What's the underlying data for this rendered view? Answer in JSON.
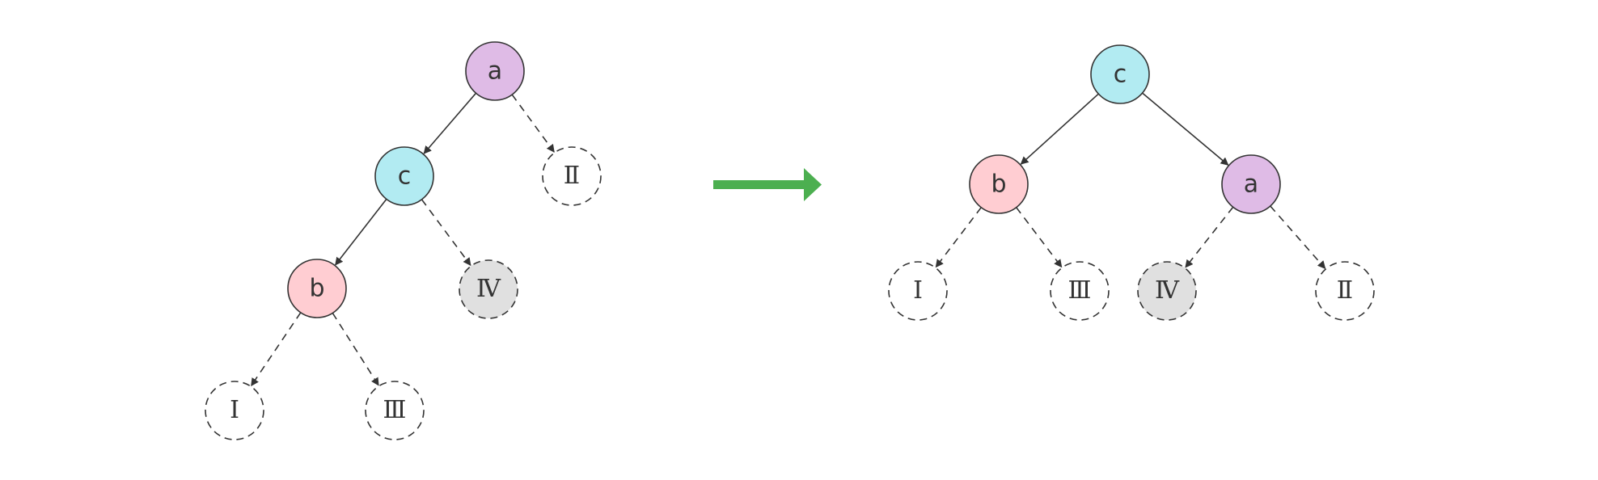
{
  "colors": {
    "stroke": "#333333",
    "arrow_green": "#4caf50",
    "node_a": "#dfbbe6",
    "node_c": "#b2ebf2",
    "node_b": "#ffcdd2",
    "node_IV": "#e0e0e0",
    "node_empty": "#ffffff"
  },
  "trees": {
    "before": {
      "nodes": {
        "a": {
          "label": "a",
          "fill": "node_a",
          "dashed": false
        },
        "c": {
          "label": "c",
          "fill": "node_c",
          "dashed": false
        },
        "b": {
          "label": "b",
          "fill": "node_b",
          "dashed": false
        },
        "II": {
          "label": "Ⅱ",
          "fill": "node_empty",
          "dashed": true
        },
        "IV": {
          "label": "Ⅳ",
          "fill": "node_IV",
          "dashed": true
        },
        "I": {
          "label": "Ⅰ",
          "fill": "node_empty",
          "dashed": true
        },
        "III": {
          "label": "Ⅲ",
          "fill": "node_empty",
          "dashed": true
        }
      },
      "edges": [
        {
          "from": "a",
          "to": "c",
          "dashed": false
        },
        {
          "from": "a",
          "to": "II",
          "dashed": true
        },
        {
          "from": "c",
          "to": "b",
          "dashed": false
        },
        {
          "from": "c",
          "to": "IV",
          "dashed": true
        },
        {
          "from": "b",
          "to": "I",
          "dashed": true
        },
        {
          "from": "b",
          "to": "III",
          "dashed": true
        }
      ]
    },
    "after": {
      "nodes": {
        "c": {
          "label": "c",
          "fill": "node_c",
          "dashed": false
        },
        "b": {
          "label": "b",
          "fill": "node_b",
          "dashed": false
        },
        "a": {
          "label": "a",
          "fill": "node_a",
          "dashed": false
        },
        "I": {
          "label": "Ⅰ",
          "fill": "node_empty",
          "dashed": true
        },
        "III": {
          "label": "Ⅲ",
          "fill": "node_empty",
          "dashed": true
        },
        "IV": {
          "label": "Ⅳ",
          "fill": "node_IV",
          "dashed": true
        },
        "II": {
          "label": "Ⅱ",
          "fill": "node_empty",
          "dashed": true
        }
      },
      "edges": [
        {
          "from": "c",
          "to": "b",
          "dashed": false
        },
        {
          "from": "c",
          "to": "a",
          "dashed": false
        },
        {
          "from": "b",
          "to": "I",
          "dashed": true
        },
        {
          "from": "b",
          "to": "III",
          "dashed": true
        },
        {
          "from": "a",
          "to": "IV",
          "dashed": true
        },
        {
          "from": "a",
          "to": "II",
          "dashed": true
        }
      ]
    }
  }
}
